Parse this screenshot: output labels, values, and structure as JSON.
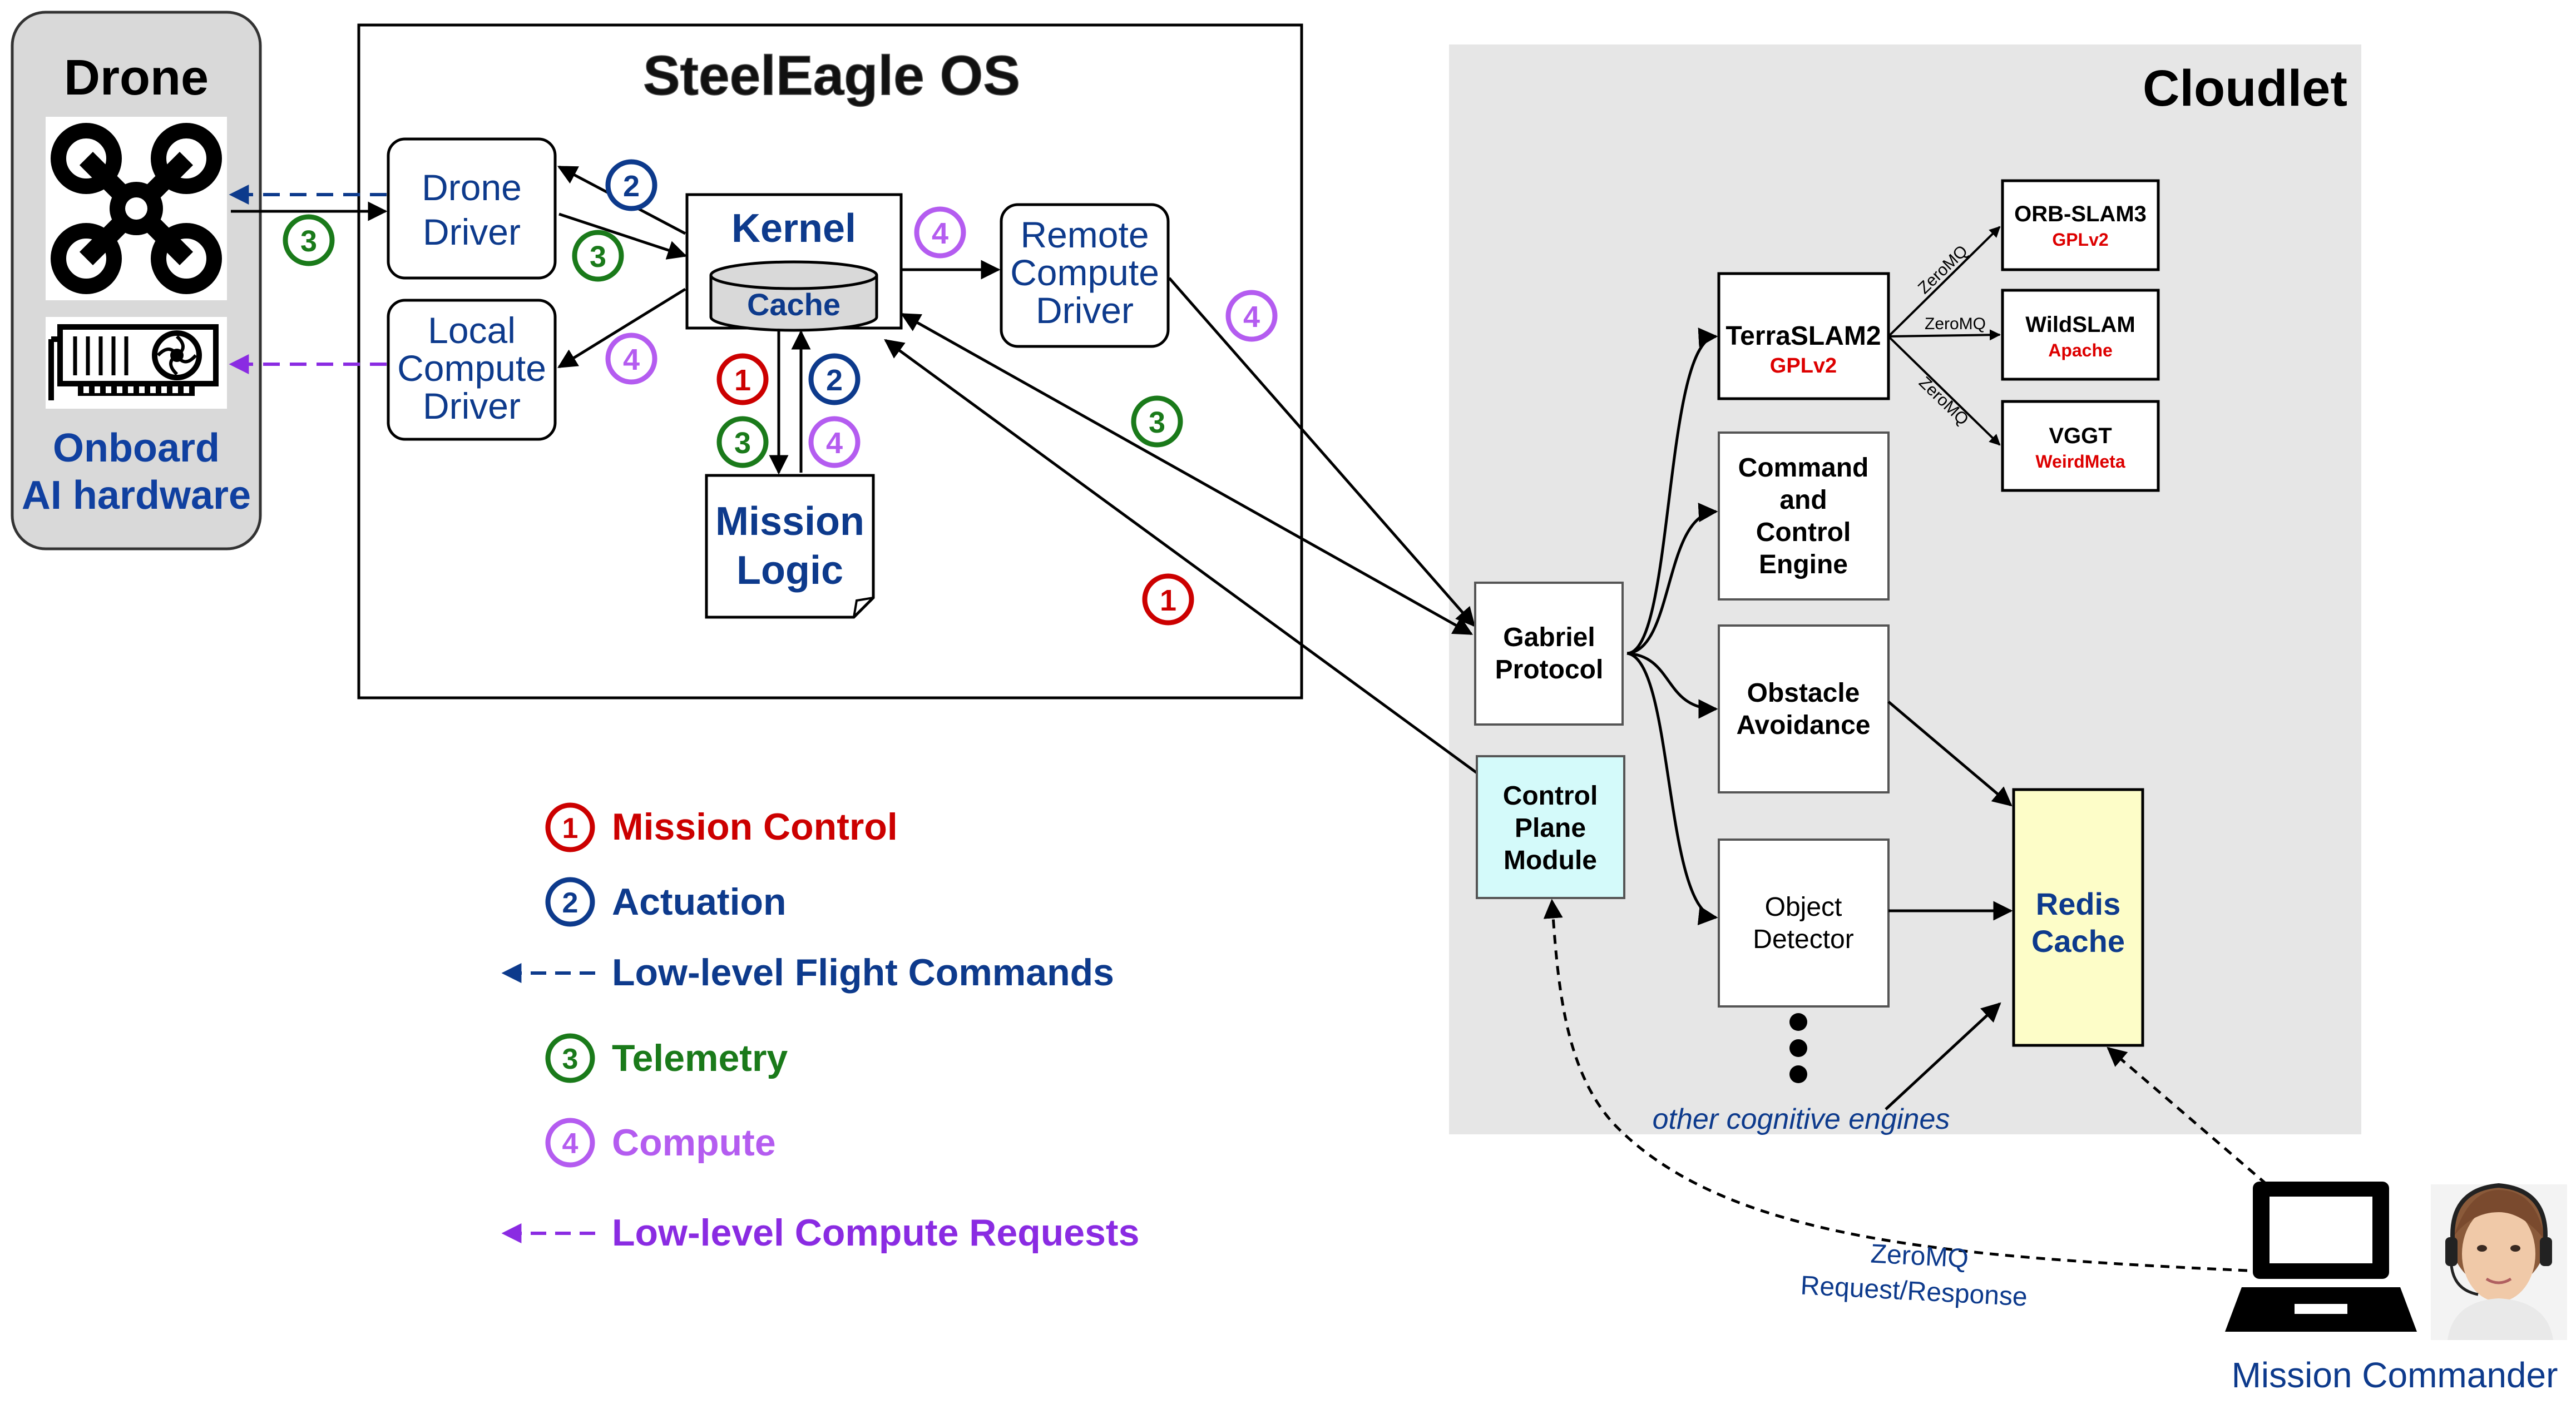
{
  "drone": {
    "title": "Drone",
    "hardware_label_1": "Onboard",
    "hardware_label_2": "AI hardware"
  },
  "steeleagle": {
    "title": "SteelEagle OS",
    "drone_driver": [
      "Drone",
      "Driver"
    ],
    "local_compute_driver": [
      "Local",
      "Compute",
      "Driver"
    ],
    "kernel": "Kernel",
    "cache": "Cache",
    "remote_compute_driver": [
      "Remote",
      "Compute",
      "Driver"
    ],
    "mission_logic": [
      "Mission",
      "Logic"
    ]
  },
  "cloudlet": {
    "title": "Cloudlet",
    "gabriel": [
      "Gabriel",
      "Protocol"
    ],
    "control_plane": [
      "Control",
      "Plane",
      "Module"
    ],
    "terraslam": {
      "name": "TerraSLAM2",
      "license": "GPLv2"
    },
    "command_control": [
      "Command",
      "and",
      "Control",
      "Engine"
    ],
    "obstacle": [
      "Obstacle",
      "Avoidance"
    ],
    "object_detector": [
      "Object",
      "Detector"
    ],
    "redis": [
      "Redis",
      "Cache"
    ],
    "other_engines": "other cognitive engines",
    "slam_backends": [
      {
        "name": "ORB-SLAM3",
        "license": "GPLv2"
      },
      {
        "name": "WildSLAM",
        "license": "Apache"
      },
      {
        "name": "VGGT",
        "license": "WeirdMeta"
      }
    ],
    "zeromq_edge_label": "ZeroMQ"
  },
  "request_response": [
    "ZeroMQ",
    "Request/Response"
  ],
  "mission_commander": "Mission Commander",
  "legend": {
    "mission_control": {
      "num": "1",
      "label": "Mission Control"
    },
    "actuation": {
      "num": "2",
      "label": "Actuation"
    },
    "flight_commands": {
      "label": "Low-level Flight Commands"
    },
    "telemetry": {
      "num": "3",
      "label": "Telemetry"
    },
    "compute": {
      "num": "4",
      "label": "Compute"
    },
    "compute_requests": {
      "label": "Low-level Compute Requests"
    }
  },
  "badges": {
    "one": "1",
    "two": "2",
    "three": "3",
    "four": "4"
  },
  "colors": {
    "mission_control": "#cc0000",
    "actuation": "#0d3a8c",
    "telemetry": "#1a7a1a",
    "compute": "#b45cf0",
    "compute_requests": "#8a2be2",
    "drone_label": "#1040a0",
    "cloudlet_bg": "#e6e6e6",
    "control_plane_bg": "#d4fafa",
    "redis_bg": "#fdfdc8",
    "license": "#dd0000"
  },
  "icons": [
    "drone-icon",
    "gpu-icon",
    "laptop-icon",
    "commander-photo"
  ]
}
